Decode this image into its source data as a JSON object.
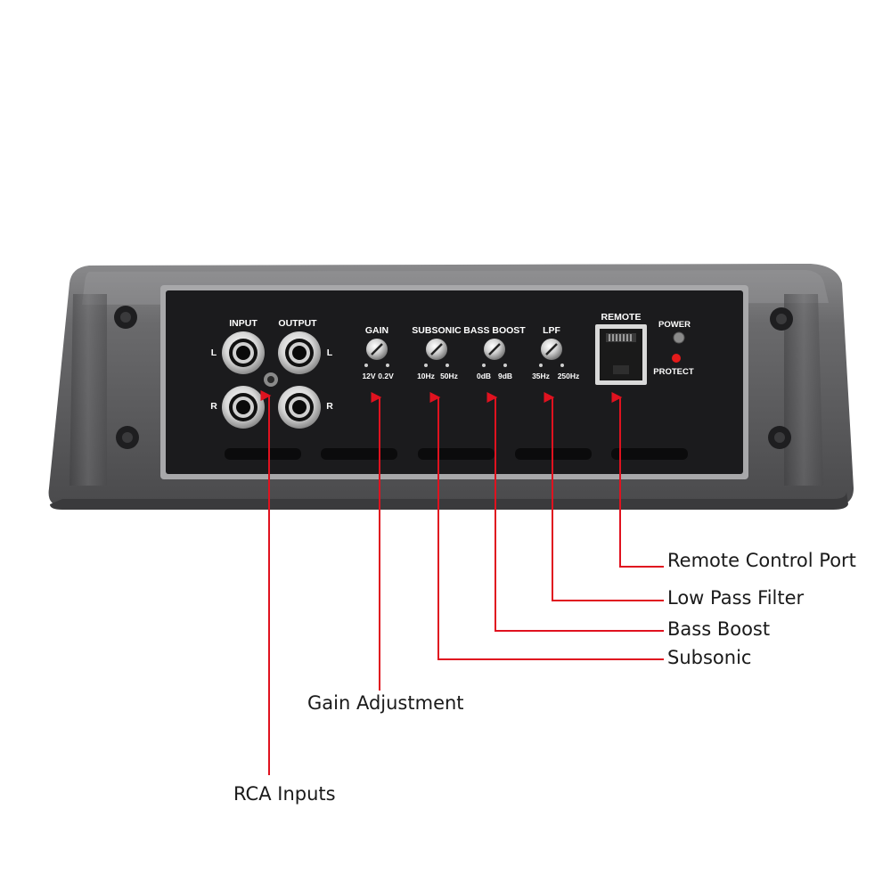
{
  "panel": {
    "input": "INPUT",
    "output": "OUTPUT",
    "left": "L",
    "right": "R",
    "gain": "GAIN",
    "gain_range_low": "12V",
    "gain_range_high": "0.2V",
    "subsonic": "SUBSONIC",
    "subsonic_range_low": "10Hz",
    "subsonic_range_high": "50Hz",
    "bass_boost": "BASS BOOST",
    "bass_boost_range_low": "0dB",
    "bass_boost_range_high": "9dB",
    "lpf": "LPF",
    "lpf_range_low": "35Hz",
    "lpf_range_high": "250Hz",
    "remote": "REMOTE",
    "power": "POWER",
    "protect": "PROTECT"
  },
  "callouts": {
    "remote_control_port": "Remote Control Port",
    "low_pass_filter": "Low Pass Filter",
    "bass_boost": "Bass Boost",
    "subsonic": "Subsonic",
    "gain_adjustment": "Gain Adjustment",
    "rca_inputs": "RCA Inputs"
  },
  "colors": {
    "leader_line": "#e0121f",
    "housing": "#5c5c5e",
    "faceplate": "#1b1b1d",
    "power_led": "#8a8a8a",
    "protect_led": "#e41b1b"
  }
}
